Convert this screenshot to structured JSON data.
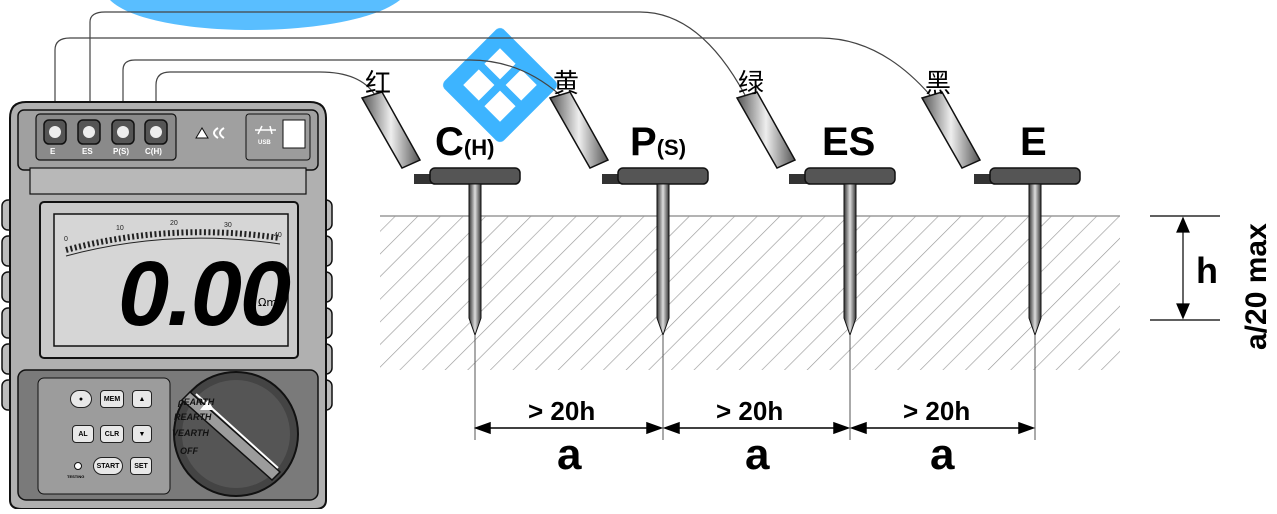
{
  "wire_colors": {
    "red": "红",
    "yellow": "黄",
    "green": "绿",
    "black": "黑"
  },
  "probes": {
    "c_main": "C",
    "c_sub": "(H)",
    "p_main": "P",
    "p_sub": "(S)",
    "es": "ES",
    "e": "E"
  },
  "spacing": {
    "distance": "> 20h",
    "unit": "a"
  },
  "depth": {
    "label": "h",
    "max": "a/20 max"
  },
  "meter": {
    "terminals": [
      "E",
      "ES",
      "P(S)",
      "C(H)"
    ],
    "usb_label": "USB",
    "reading": "0.00",
    "unit": "Ωm",
    "scale_ticks": [
      "0",
      "10",
      "20",
      "30",
      "40"
    ],
    "buttons": {
      "mem": "MEM",
      "al": "AL",
      "clr": "CLR",
      "start": "START",
      "set": "SET",
      "testing": "TESTING"
    },
    "rotary": [
      "ρEARTH",
      "REARTH",
      "VEARTH",
      "OFF"
    ]
  },
  "colors": {
    "device_body": "#9a9a9a",
    "lcd": "#d6d6d6",
    "soil_hatch": "#9a9a9a",
    "accent": "#1aa7ff"
  }
}
